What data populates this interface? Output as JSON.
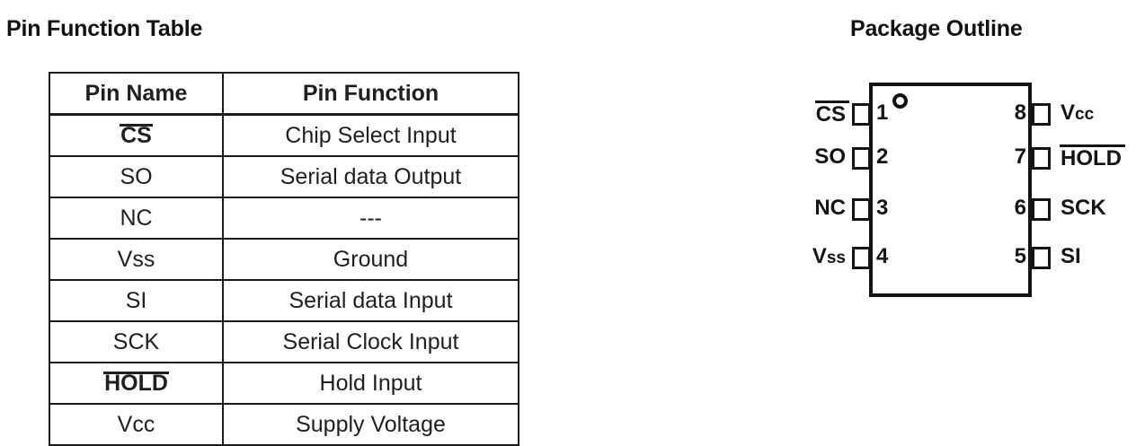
{
  "sections": {
    "pin_table_title": "Pin Function Table",
    "package_title": "Package Outline"
  },
  "pin_table": {
    "columns": [
      "Pin Name",
      "Pin Function"
    ],
    "rows": [
      {
        "name": "CS",
        "overline": true,
        "function": "Chip Select Input"
      },
      {
        "name": "SO",
        "overline": false,
        "function": "Serial data Output"
      },
      {
        "name": "NC",
        "overline": false,
        "function": "---"
      },
      {
        "name": "Vss",
        "overline": false,
        "function": "Ground"
      },
      {
        "name": "SI",
        "overline": false,
        "function": "Serial data Input"
      },
      {
        "name": "SCK",
        "overline": false,
        "function": "Serial Clock Input"
      },
      {
        "name": "HOLD",
        "overline": true,
        "function": "Hold Input"
      },
      {
        "name": "Vcc",
        "overline": false,
        "function": "Supply Voltage"
      }
    ]
  },
  "package": {
    "pin_count": 8,
    "pin1_marker": "circle-dot",
    "left_pins": [
      {
        "number": "1",
        "label_main": "CS",
        "label_sub": "",
        "overline": true
      },
      {
        "number": "2",
        "label_main": "SO",
        "label_sub": "",
        "overline": false
      },
      {
        "number": "3",
        "label_main": "NC",
        "label_sub": "",
        "overline": false
      },
      {
        "number": "4",
        "label_main": "V",
        "label_sub": "ss",
        "overline": false
      }
    ],
    "right_pins": [
      {
        "number": "8",
        "label_main": "V",
        "label_sub": "cc",
        "overline": false
      },
      {
        "number": "7",
        "label_main": "HOLD",
        "label_sub": "",
        "overline": true
      },
      {
        "number": "6",
        "label_main": "SCK",
        "label_sub": "",
        "overline": false
      },
      {
        "number": "5",
        "label_main": "SI",
        "label_sub": "",
        "overline": false
      }
    ]
  },
  "colors": {
    "ink": "#1a1a1a",
    "background": "#ffffff",
    "rule": "#1b1b1b"
  }
}
